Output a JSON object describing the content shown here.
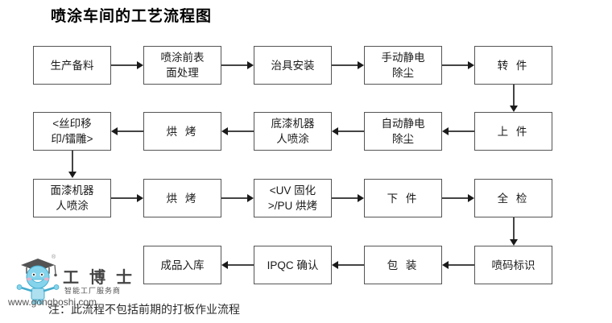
{
  "title": "喷涂车间的工艺流程图",
  "note": "注：此流程不包括前期的打板作业流程",
  "colors": {
    "box_border": "#555555",
    "connector": "#444444",
    "text": "#1a1a1a",
    "background": "#ffffff",
    "watermark_blue": "#5fc3e4"
  },
  "watermark": {
    "brand": "工 博 士",
    "tagline": "智能工厂服务商",
    "url": "www.gongboshi.com",
    "registered_mark": "®"
  },
  "rows": [
    {
      "direction": "left-to-right",
      "nodes": [
        {
          "id": "n01",
          "label": "生产备料"
        },
        {
          "id": "n02",
          "label": "喷涂前表\n面处理"
        },
        {
          "id": "n03",
          "label": "治具安装"
        },
        {
          "id": "n04",
          "label": "手动静电\n除尘"
        },
        {
          "id": "n05",
          "label": "转 件"
        }
      ]
    },
    {
      "direction": "right-to-left",
      "nodes": [
        {
          "id": "n06",
          "label": "上 件"
        },
        {
          "id": "n07",
          "label": "自动静电\n除尘"
        },
        {
          "id": "n08",
          "label": "底漆机器\n人喷涂"
        },
        {
          "id": "n09",
          "label": "烘 烤"
        },
        {
          "id": "n10",
          "label": "<丝印移\n印/镭雕>"
        }
      ]
    },
    {
      "direction": "left-to-right",
      "nodes": [
        {
          "id": "n11",
          "label": "面漆机器\n人喷涂"
        },
        {
          "id": "n12",
          "label": "烘 烤"
        },
        {
          "id": "n13",
          "label": "<UV 固化\n>/PU 烘烤"
        },
        {
          "id": "n14",
          "label": "下 件"
        },
        {
          "id": "n15",
          "label": "全 检"
        }
      ]
    },
    {
      "direction": "right-to-left",
      "nodes": [
        {
          "id": "n16",
          "label": "喷码标识"
        },
        {
          "id": "n17",
          "label": "包 装"
        },
        {
          "id": "n18",
          "label": "IPQC 确认"
        },
        {
          "id": "n19",
          "label": "成品入库"
        }
      ]
    }
  ],
  "flow_sequence": [
    "生产备料",
    "喷涂前表面处理",
    "治具安装",
    "手动静电除尘",
    "转 件",
    "上 件",
    "自动静电除尘",
    "底漆机器人喷涂",
    "烘 烤",
    "<丝印移印/镭雕>",
    "面漆机器人喷涂",
    "烘 烤",
    "<UV 固化>/PU 烘烤",
    "下 件",
    "全 检",
    "喷码标识",
    "包 装",
    "IPQC 确认",
    "成品入库"
  ]
}
